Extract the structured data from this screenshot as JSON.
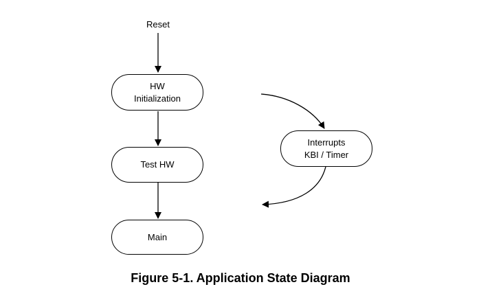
{
  "diagram": {
    "start_label": "Reset",
    "nodes": {
      "hw_init": {
        "line1": "HW",
        "line2": "Initialization"
      },
      "test_hw": {
        "label": "Test HW"
      },
      "main": {
        "label": "Main"
      },
      "interrupts": {
        "line1": "Interrupts",
        "line2": "KBI / Timer"
      }
    },
    "caption": "Figure 5-1. Application State Diagram"
  }
}
